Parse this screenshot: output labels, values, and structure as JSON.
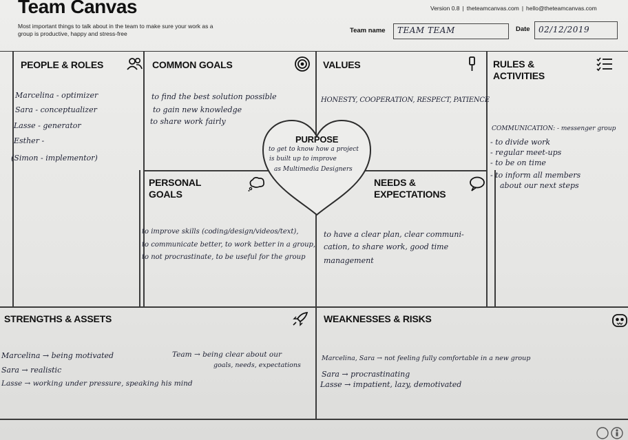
{
  "header": {
    "title": "Team Canvas",
    "subtitle": "Most important things to talk about in the team to make sure your work as a group is productive, happy and stress-free",
    "version": "Version 0.8",
    "site": "theteamcanvas.com",
    "email": "hello@theteamcanvas.com",
    "team_name_label": "Team name",
    "team_name_value": "TEAM TEAM",
    "date_label": "Date",
    "date_value": "02/12/2019"
  },
  "sections": {
    "people": {
      "title": "PEOPLE & ROLES",
      "icon": "people-icon",
      "entries": [
        "Marcelina - optimizer",
        "Sara - conceptualizer",
        "Lasse - generator",
        "Esther -",
        "(Simon - implementor)"
      ]
    },
    "common_goals": {
      "title": "COMMON GOALS",
      "icon": "target-icon",
      "entries": [
        "to find the best solution possible",
        "to gain new knowledge",
        "to share work fairly"
      ]
    },
    "values": {
      "title": "VALUES",
      "icon": "flag-icon",
      "entries": [
        "HONESTY, COOPERATION, RESPECT, PATIENCE"
      ]
    },
    "rules": {
      "title_line1": "RULES &",
      "title_line2": "ACTIVITIES",
      "icon": "checklist-icon",
      "entries": [
        "COMMUNICATION: - messenger group",
        "- to divide work",
        "- regular meet-ups",
        "- to be on time",
        "- to inform all members",
        "about our next steps"
      ]
    },
    "purpose": {
      "title": "PURPOSE",
      "icon": "heart-icon",
      "entries": [
        "to get to know how a project",
        "is built up to improve",
        "as Multimedia Designers"
      ]
    },
    "personal_goals": {
      "title_line1": "PERSONAL",
      "title_line2": "GOALS",
      "icon": "thought-bubble-icon",
      "entries": [
        "to improve skills (coding/design/videos/text),",
        "to communicate better, to work better in a group,",
        "to not procrastinate, to be useful for the group"
      ]
    },
    "needs": {
      "title_line1": "NEEDS &",
      "title_line2": "EXPECTATIONS",
      "icon": "speech-bubble-icon",
      "entries": [
        "to have a clear plan, clear communi-",
        "cation, to share work, good time",
        "management"
      ]
    },
    "strengths": {
      "title": "STRENGTHS & ASSETS",
      "icon": "rocket-icon",
      "entries": [
        "Marcelina → being motivated",
        "Sara → realistic",
        "Lasse → working under pressure, speaking his mind",
        "Team → being clear about our",
        "goals, needs, expectations"
      ]
    },
    "weaknesses": {
      "title": "WEAKNESSES & RISKS",
      "icon": "monster-icon",
      "entries": [
        "Marcelina, Sara → not feeling fully comfortable in a new group",
        "Sara → procrastinating",
        "Lasse → impatient, lazy, demotivated"
      ]
    }
  },
  "colors": {
    "ink": "#1d2033",
    "grid": "#3a3a3a",
    "paper": "#e9e9e7"
  }
}
